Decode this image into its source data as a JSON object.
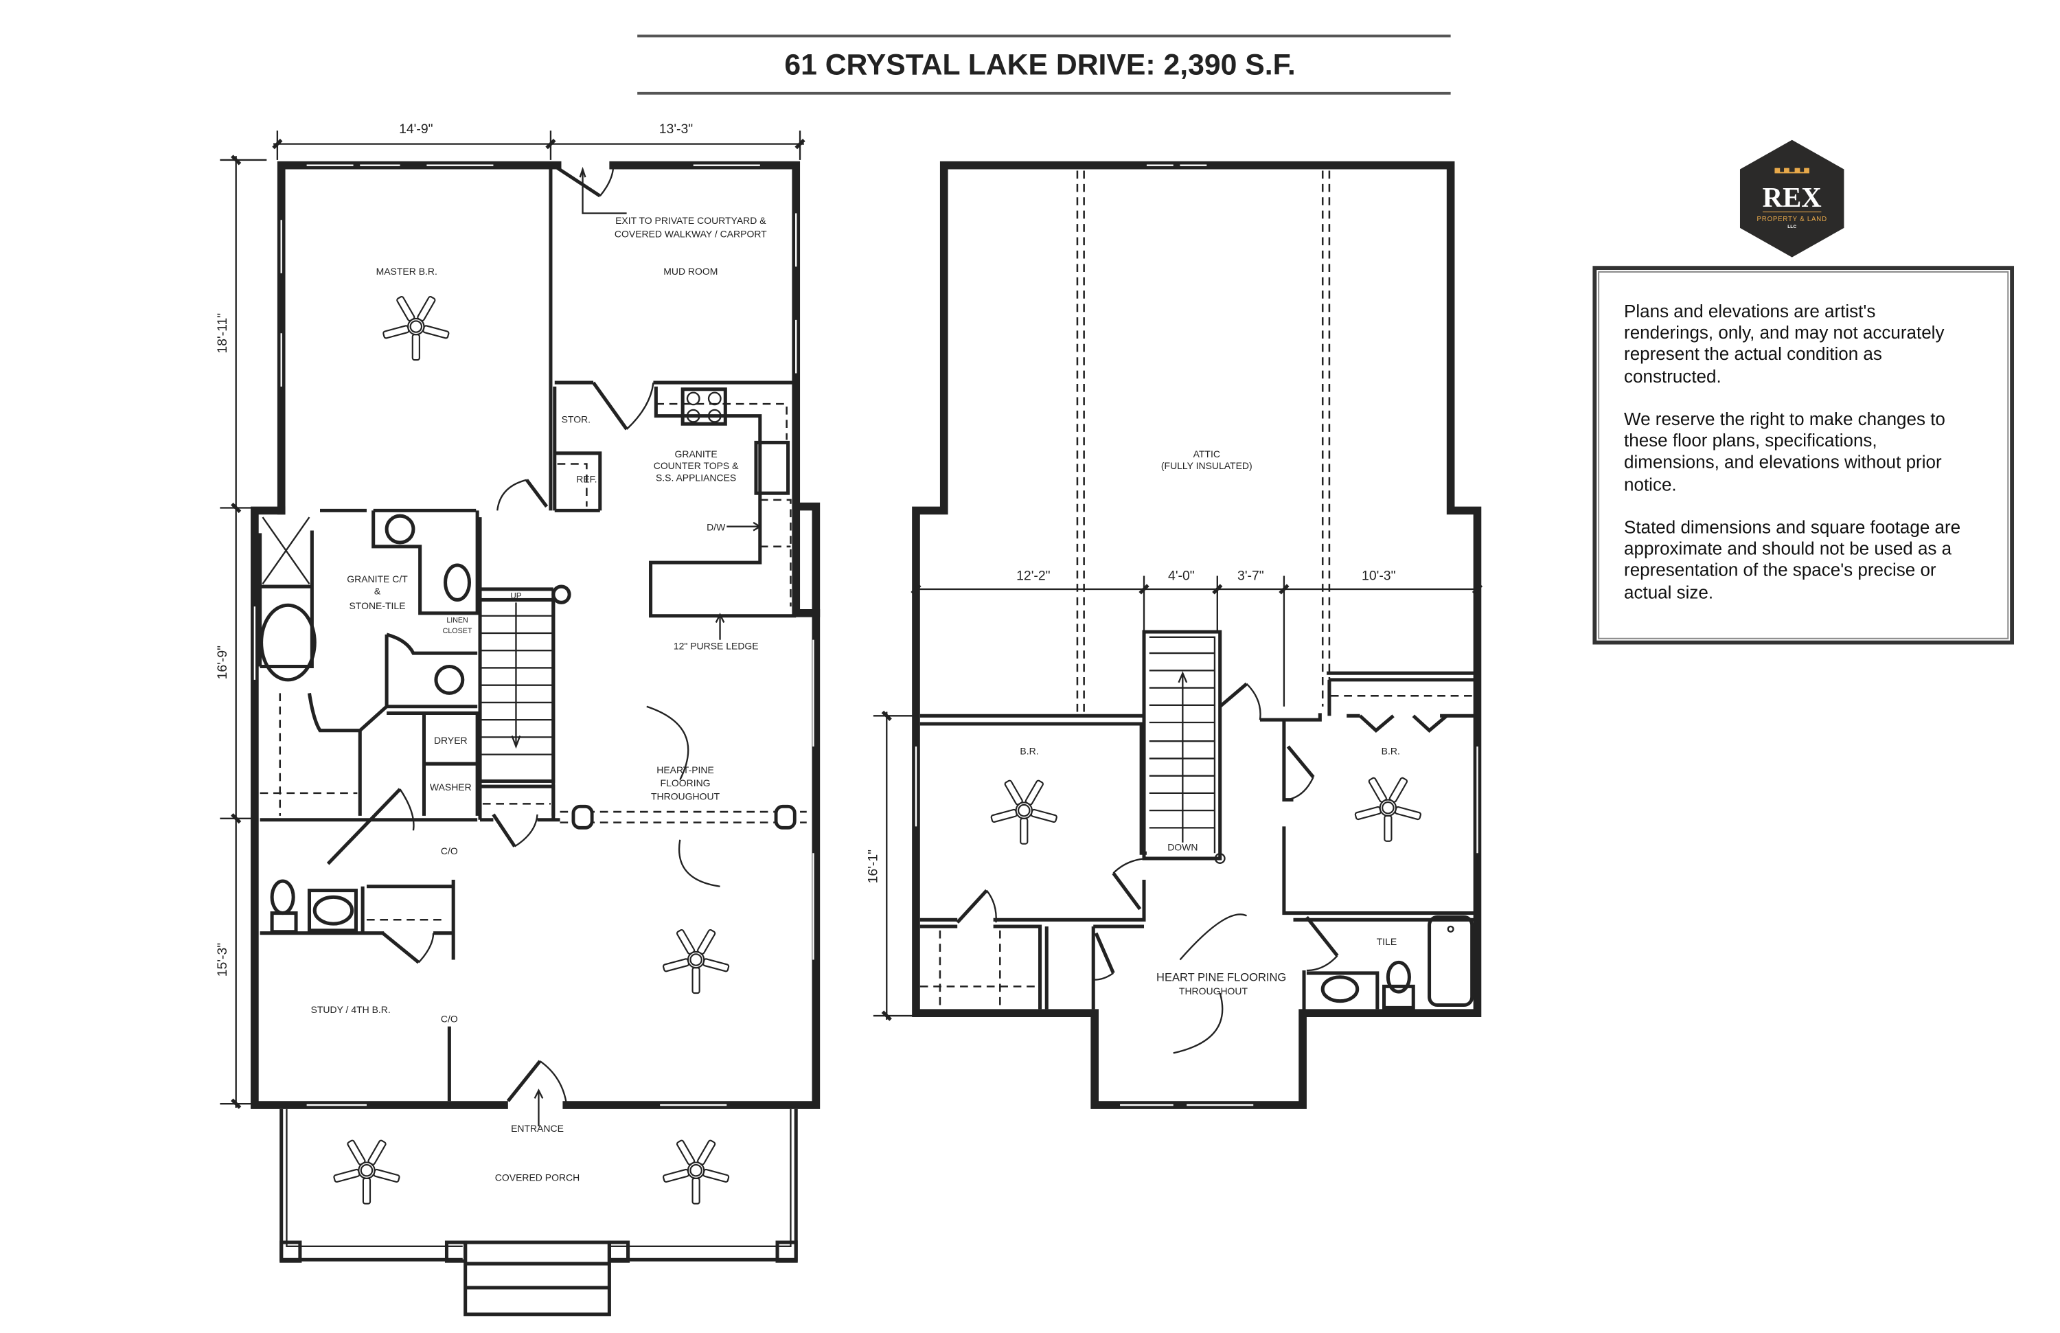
{
  "title": "61 CRYSTAL LAKE DRIVE:  2,390 S.F.",
  "first_floor": {
    "dimensions": {
      "top_left": "14'-9\"",
      "top_right": "13'-3\"",
      "left_1": "18'-11\"",
      "left_2": "16'-9\"",
      "left_3": "15'-3\""
    },
    "labels": {
      "master": "MASTER B.R.",
      "exit_1": "EXIT TO PRIVATE COURTYARD &",
      "exit_2": "COVERED WALKWAY / CARPORT",
      "mud": "MUD ROOM",
      "stor": "STOR.",
      "ref": "REF.",
      "granite_1": "GRANITE",
      "granite_2": "COUNTER TOPS &",
      "granite_3": "S.S. APPLIANCES",
      "dw": "D/W",
      "bath_1": "GRANITE C/T",
      "bath_2": "&",
      "bath_3": "STONE-TILE",
      "linen_1": "LINEN",
      "linen_2": "CLOSET",
      "up": "UP",
      "purse": "12\" PURSE LEDGE",
      "dryer": "DRYER",
      "washer": "WASHER",
      "floor_1": "HEART-PINE",
      "floor_2": "FLOORING",
      "floor_3": "THROUGHOUT",
      "co_1": "C/O",
      "co_2": "C/O",
      "study": "STUDY / 4TH B.R.",
      "entrance": "ENTRANCE",
      "porch": "COVERED PORCH"
    }
  },
  "second_floor": {
    "dimensions": {
      "d1": "12'-2\"",
      "d2": "4'-0\"",
      "d3": "3'-7\"",
      "d4": "10'-3\"",
      "left": "16'-1\""
    },
    "labels": {
      "attic_1": "ATTIC",
      "attic_2": "(FULLY INSULATED)",
      "br_left": "B.R.",
      "br_right": "B.R.",
      "down": "DOWN",
      "tile": "TILE",
      "floor_1": "HEART PINE FLOORING",
      "floor_2": "THROUGHOUT"
    }
  },
  "logo": {
    "name": "REX",
    "sub": "PROPERTY & LAND",
    "llc": "LLC",
    "bg_color": "#2b2a29",
    "accent_color": "#e8a94a"
  },
  "disclaimer": {
    "p1": [
      "Plans and elevations are artist's",
      "renderings, only, and may not accurately",
      "represent the actual condition as",
      "constructed."
    ],
    "p2": [
      "We reserve the right to make changes to",
      "these floor plans, specifications,",
      "dimensions, and elevations without prior",
      "notice."
    ],
    "p3": [
      "Stated dimensions and square footage are",
      "approximate and should not be used as a",
      "representation of the space's precise or",
      "actual size."
    ]
  }
}
